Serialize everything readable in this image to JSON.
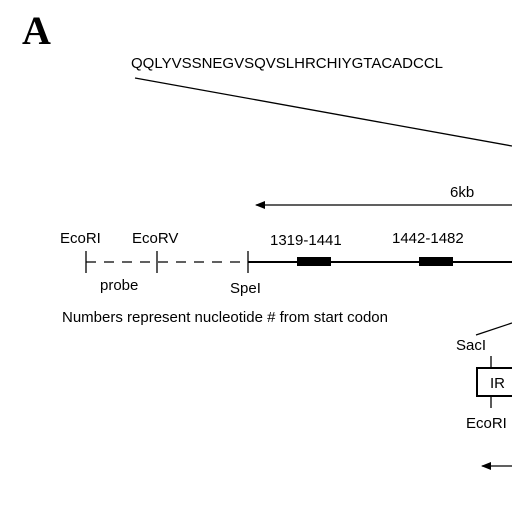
{
  "panel_label": "A",
  "sequence": "QQLYVSSNEGVSQVSLHRCHIYGTACADCCL",
  "scale_label": "6kb",
  "sites": {
    "ecori_left": "EcoRI",
    "ecorv": "EcoRV",
    "spei": "SpeI",
    "saci": "SacI",
    "ecori_right": "EcoRI"
  },
  "probe_label": "probe",
  "exons": [
    {
      "label": "1319-1441"
    },
    {
      "label": "1442-1482"
    }
  ],
  "footnote": "Numbers represent nucleotide # from start codon",
  "box_label": "IR"
}
